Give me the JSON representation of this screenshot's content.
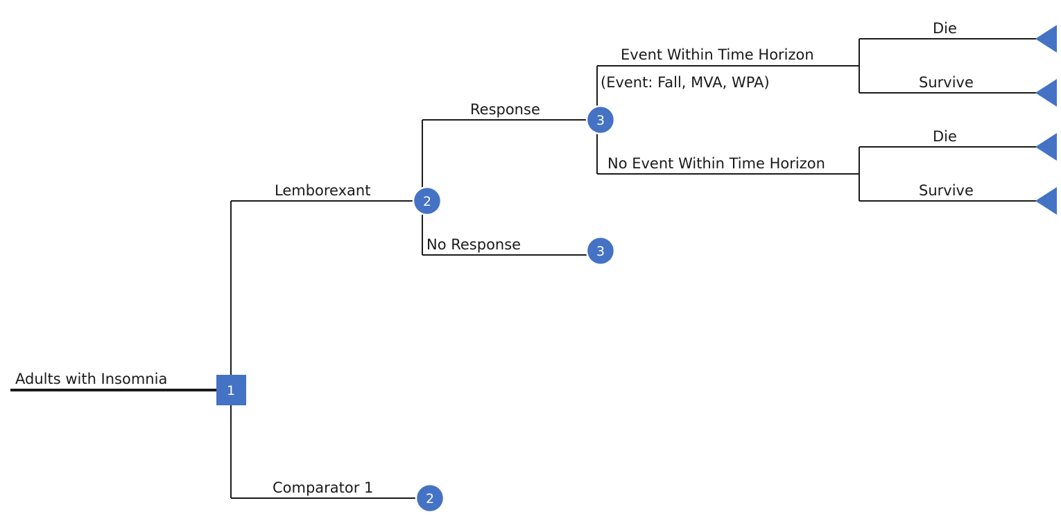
{
  "root": {
    "label": "Adults with Insomnia",
    "decision_node": "1"
  },
  "branches": {
    "lemborexant": "Lemborexant",
    "comparator": "Comparator 1",
    "response": "Response",
    "no_response": "No Response",
    "event": "Event Within Time Horizon",
    "event_note": "(Event: Fall, MVA, WPA)",
    "no_event": "No Event Within Time Horizon",
    "event_die": "Die",
    "event_survive": "Survive",
    "no_event_die": "Die",
    "no_event_survive": "Survive"
  },
  "nodes": {
    "lemborexant_chance": "2",
    "comparator_chance": "2",
    "response_chance": "3",
    "no_response_chance": "3"
  },
  "colors": {
    "node_fill": "#4472c4",
    "line": "#1a1a1a"
  }
}
